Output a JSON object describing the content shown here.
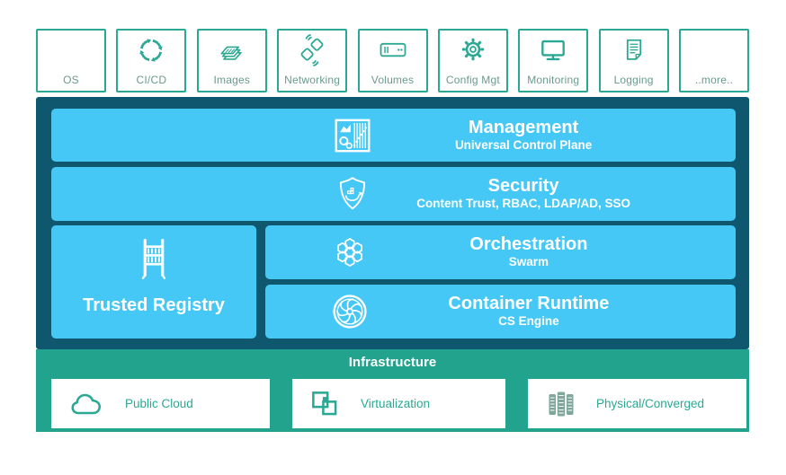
{
  "colors": {
    "dark_navy": "#0F566F",
    "light_blue": "#45C8F5",
    "teal_infrastructure": "#21A38D",
    "icon_teal": "#2AA893",
    "ecosystem_label_gray": "#6A9A8E",
    "text_white": "#FFFFFF",
    "physical_icon_gray_green": "#7FA79B"
  },
  "ecosystem_row": {
    "items": [
      {
        "label": "OS",
        "icon": "none"
      },
      {
        "label": "CI/CD",
        "icon": "cicd-cycle-icon"
      },
      {
        "label": "Images",
        "icon": "images-stack-icon"
      },
      {
        "label": "Networking",
        "icon": "networking-icon"
      },
      {
        "label": "Volumes",
        "icon": "volumes-drive-icon"
      },
      {
        "label": "Config Mgt",
        "icon": "config-gear-icon"
      },
      {
        "label": "Monitoring",
        "icon": "monitoring-display-icon"
      },
      {
        "label": "Logging",
        "icon": "logging-document-icon"
      },
      {
        "label": "..more..",
        "icon": "none"
      }
    ]
  },
  "platform": {
    "management": {
      "title": "Management",
      "subtitle": "Universal Control Plane",
      "icon": "management-dashboard-icon"
    },
    "security": {
      "title": "Security",
      "subtitle": "Content Trust, RBAC, LDAP/AD, SSO",
      "icon": "security-shield-icon"
    },
    "trusted_registry": {
      "title": "Trusted Registry",
      "icon": "registry-rack-icon"
    },
    "orchestration": {
      "title": "Orchestration",
      "subtitle": "Swarm",
      "icon": "orchestration-honeycomb-icon"
    },
    "container_runtime": {
      "title": "Container Runtime",
      "subtitle": "CS Engine",
      "icon": "runtime-turbine-icon"
    }
  },
  "infrastructure": {
    "title": "Infrastructure",
    "items": [
      {
        "label": "Public Cloud",
        "icon": "public-cloud-icon"
      },
      {
        "label": "Virtualization",
        "icon": "virtualization-icon"
      },
      {
        "label": "Physical/Converged",
        "icon": "physical-servers-icon"
      }
    ]
  }
}
